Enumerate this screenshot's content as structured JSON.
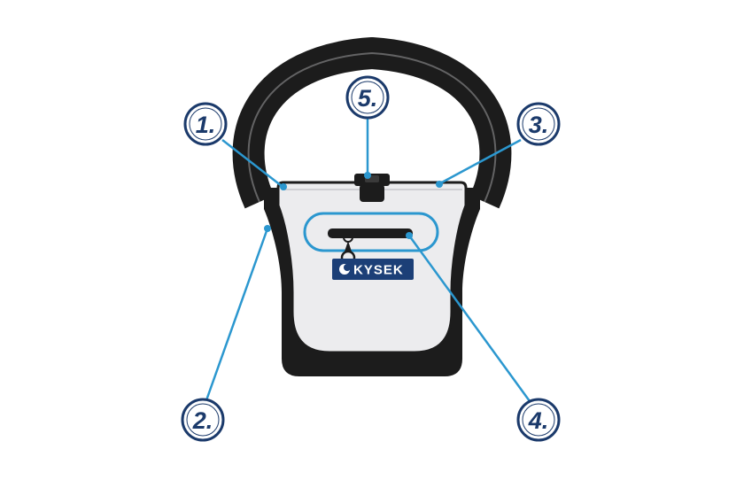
{
  "diagram": {
    "brand_logo": "KYSEK",
    "callouts": [
      {
        "id": "1",
        "label": "1."
      },
      {
        "id": "2",
        "label": "2."
      },
      {
        "id": "3",
        "label": "3."
      },
      {
        "id": "4",
        "label": "4."
      },
      {
        "id": "5",
        "label": "5."
      }
    ]
  },
  "colors": {
    "outline": "#1c1c1c",
    "bag_body": "#ececee",
    "leader_line": "#2b97cf",
    "callout_ring": "#1b3a6b",
    "logo_badge": "#1c3f77"
  }
}
